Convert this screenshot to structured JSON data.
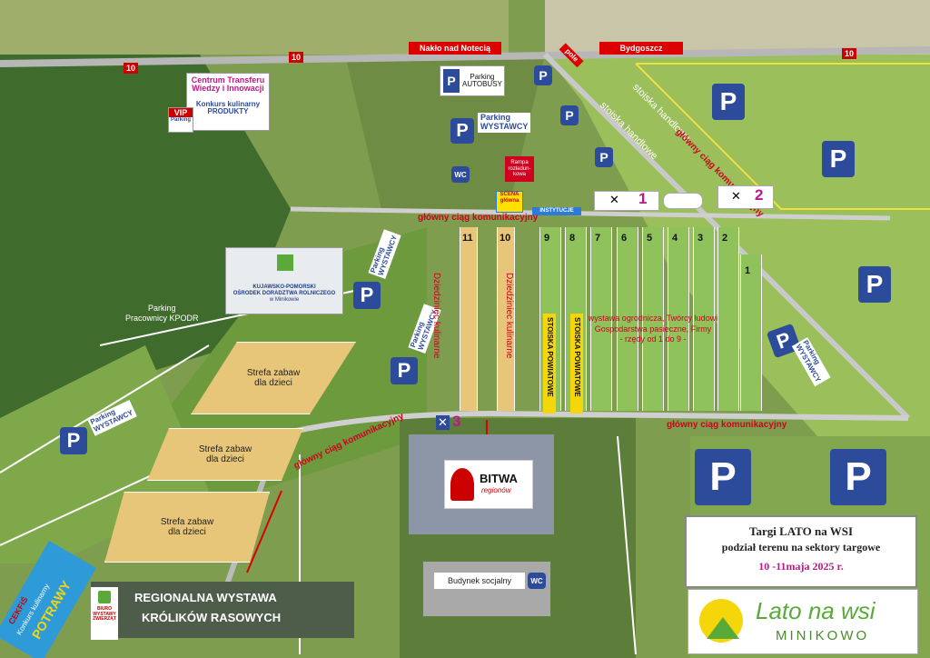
{
  "roads": {
    "road_number": "10",
    "nakla_label": "Nakło nad Notecią",
    "bydgoszcz_label": "Bydgoszcz",
    "pole_label": "pole"
  },
  "buildings": {
    "centrum_line1": "Centrum Transferu",
    "centrum_line2": "Wiedzy i Innowacji",
    "konkurs_line1": "Konkurs kulinarny",
    "konkurs_line2": "PRODUKTY",
    "vip": "VIP",
    "vip_sub": "Parking",
    "kpodr_line1": "KUJAWSKO-POMORSKI",
    "kpodr_line2": "OŚRODEK DORADZTWA ROLNICZEGO",
    "kpodr_line3": "w Minikowie",
    "parking_kpodr_line1": "Parking",
    "parking_kpodr_line2": "Pracownicy KPODR",
    "wc": "WC",
    "rampa": "Rampa rozładun-kowa",
    "scena": "SCENA główna",
    "instytucje": "INSTYTUCJE",
    "budynek": "Budynek socjalny",
    "bitwa": "BITWA",
    "bitwa_sub": "regionów"
  },
  "parking": {
    "p": "P",
    "autobusy_line1": "Parking",
    "autobusy_line2": "AUTOBUSY",
    "wystawcy_line1": "Parking",
    "wystawcy_line2": "WYSTAWCY"
  },
  "labels": {
    "stoiska": "stoiska handlowe",
    "ciag": "główny ciąg komunikacyjny",
    "dziedziniec": "Dziedziniec kulinarne",
    "dziedziniec2": "Dziedziniec kulinarne",
    "stoiska_powiatowe": "STOISKA POWIATOWE",
    "wystawa_line1": "wystawa ogrodnicza, Twórcy ludowi",
    "wystawa_line2": "Gospodarstwa pasieczne, Firmy",
    "wystawa_line3": "- rzędy od 1 do 9 -",
    "gastro": [
      "1",
      "2",
      "3"
    ]
  },
  "sectors": [
    "11",
    "10",
    "9",
    "8",
    "7",
    "6",
    "5",
    "4",
    "3",
    "2",
    "1"
  ],
  "zones": {
    "strefa_line1": "Strefa zabaw",
    "strefa_line2": "dla dzieci"
  },
  "bottom": {
    "kroliki_line1": "REGIONALNA WYSTAWA",
    "kroliki_line2": "KRÓLIKÓW RASOWYCH",
    "biuro_line1": "BIURO",
    "biuro_line2": "WYSTAWY",
    "biuro_line3": "ZWIERZĄT",
    "potrawy_line1": "CEKFiŚ",
    "potrawy_line2": "Konkurs kulinarny",
    "potrawy_line3": "POTRAWY"
  },
  "info": {
    "title": "Targi LATO na WSI",
    "subtitle": "podział terenu na sektory targowe",
    "date": "10 -11maja 2025 r."
  },
  "logo": {
    "line1": "Lato na wsi",
    "line2": "MINIKOWO"
  },
  "colors": {
    "parking_blue": "#2c4b9b",
    "route_red": "#d0001f",
    "zone_yellow": "#e8c679",
    "sector_green": "#8fc25a",
    "sector_yellow": "#f4d60a",
    "date_magenta": "#c0168a"
  }
}
